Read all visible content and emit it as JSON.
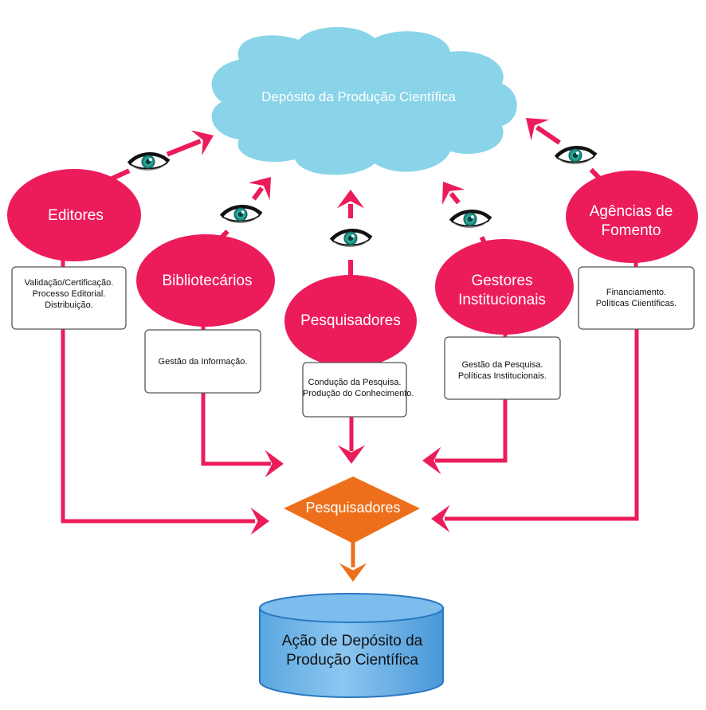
{
  "colors": {
    "actor_fill": "#EC1C5B",
    "connector": "#EC1C5B",
    "cloud_fill": "#89D4E8",
    "hub_fill": "#EE6F1B",
    "db_fill": "#6FB6E8",
    "db_stroke": "#2A78C2",
    "box_stroke": "#555555",
    "eye_iris": "#1E9C8E"
  },
  "cloud": {
    "label": "Depósito da Produção Científica"
  },
  "actors": [
    {
      "id": "editores",
      "label_lines": [
        "Editores"
      ],
      "box_lines": [
        "Validação/Certificação.",
        "Processo Editorial.",
        "Distribuição."
      ]
    },
    {
      "id": "bibliotecarios",
      "label_lines": [
        "Bibliotecários"
      ],
      "box_lines": [
        "Gestão da Informação."
      ]
    },
    {
      "id": "pesquisadores",
      "label_lines": [
        "Pesquisadores"
      ],
      "box_lines": [
        "Condução da Pesquisa.",
        "Produção do Conhecimento."
      ]
    },
    {
      "id": "gestores",
      "label_lines": [
        "Gestores",
        "Institucionais"
      ],
      "box_lines": [
        "Gestão da Pesquisa.",
        "Políticas Institucionais."
      ]
    },
    {
      "id": "agencias",
      "label_lines": [
        "Agências de",
        "Fomento"
      ],
      "box_lines": [
        "Financiamento.",
        "Políticas Ciientíficas."
      ]
    }
  ],
  "hub": {
    "label": "Pesquisadores"
  },
  "database": {
    "label_lines": [
      "Ação de Depósito da",
      "Produção Científica"
    ]
  },
  "icons": {
    "eye": "eye-icon"
  }
}
